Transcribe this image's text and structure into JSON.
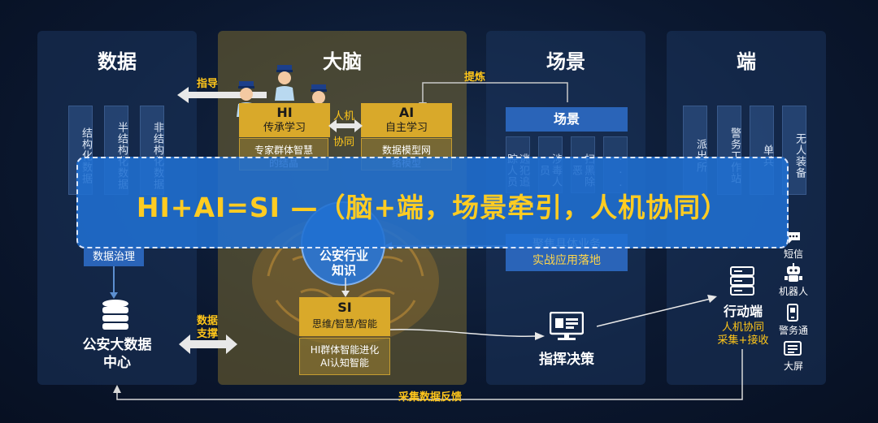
{
  "panels": {
    "data": {
      "title": "数据",
      "columns": [
        "结构化数据",
        "半结构化数据",
        "非结构化数据"
      ],
      "governance": "数据治理",
      "center": "公安大数据中心"
    },
    "brain": {
      "title": "大脑",
      "hi": {
        "title": "HI",
        "subtitle": "传承学习",
        "body": "专家群体智慧的结晶"
      },
      "ai": {
        "title": "AI",
        "subtitle": "自主学习",
        "body": "数据模型网络模型"
      },
      "link_top": "人机",
      "link_bottom": "协同",
      "knowledge": "公安行业知识",
      "si": {
        "title": "SI",
        "subtitle": "思维/智慧/智能",
        "line1": "HI群体智能进化",
        "line2": "AI认知智能"
      }
    },
    "scene": {
      "title": "场景",
      "header": "场景",
      "columns": [
        "逃犯追踪人员",
        "涉毒人员",
        "扫黑除恶",
        "..."
      ],
      "focus": "聚焦具体业务",
      "landing": "实战应用落地",
      "command": "指挥决策"
    },
    "terminal": {
      "title": "端",
      "columns": [
        "派出所",
        "警务工作站",
        "单兵",
        "无人装备"
      ],
      "mobile_title": "行动端",
      "mobile_sub1": "人机协同",
      "mobile_sub2": "采集+接收",
      "devices": [
        "短信",
        "机器人",
        "警务通",
        "大屏"
      ]
    }
  },
  "arrows": {
    "guide": "指导",
    "refine": "提炼",
    "support_top": "数据",
    "support_bottom": "支撑",
    "feedback": "采集数据反馈"
  },
  "banner": {
    "text": "HI+AI=SI —（脑+端，场景牵引，人机协同）"
  },
  "colors": {
    "accent": "#ffc61a",
    "banner": "#2070d2",
    "panel": "#1c345c",
    "brain": "#786830"
  }
}
